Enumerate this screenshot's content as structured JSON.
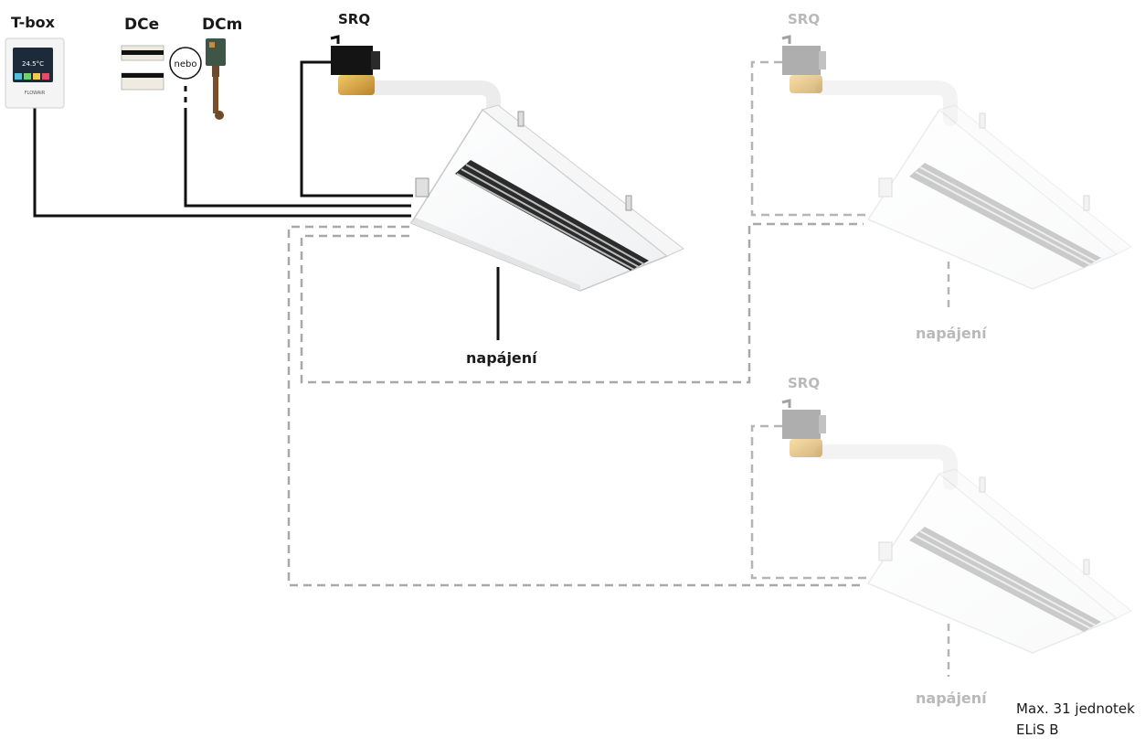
{
  "labels": {
    "tbox": "T-box",
    "dce": "DCe",
    "dcm": "DCm",
    "srq_main": "SRQ",
    "srq_right_top": "SRQ",
    "srq_right_bottom": "SRQ",
    "nebo": "nebo",
    "napajeni_main": "napájení",
    "napajeni_right_top": "napájení",
    "napajeni_right_bottom": "napájení"
  },
  "tbox_display": {
    "temperature": "24.5°C",
    "brand": "FLOWAIR"
  },
  "footnote": {
    "line1": "Max. 31 jednotek",
    "line2": "ELiS B"
  },
  "colors": {
    "wire_dark": "#111111",
    "wire_dashed": "#a8a8a8",
    "label_light": "#b9b9b9",
    "unit_body": "#ffffff",
    "valve_brass": "#d9a441"
  }
}
